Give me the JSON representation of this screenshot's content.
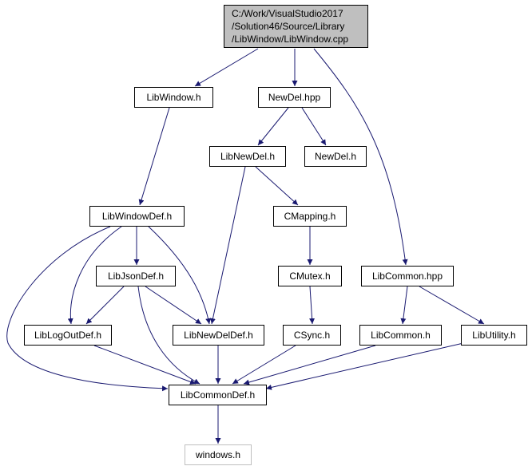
{
  "graph": {
    "root": {
      "line1": "C:/Work/VisualStudio2017",
      "line2": "/Solution46/Source/Library",
      "line3": "/LibWindow/LibWindow.cpp"
    },
    "nodes": {
      "libwindow_h": "LibWindow.h",
      "newdel_hpp": "NewDel.hpp",
      "libnewdel_h": "LibNewDel.h",
      "newdel_h": "NewDel.h",
      "libwindowdef_h": "LibWindowDef.h",
      "cmapping_h": "CMapping.h",
      "libjsondef_h": "LibJsonDef.h",
      "cmutex_h": "CMutex.h",
      "libcommon_hpp": "LibCommon.hpp",
      "liblogoutdef_h": "LibLogOutDef.h",
      "libnewdeldef_h": "LibNewDelDef.h",
      "csync_h": "CSync.h",
      "libcommon_h": "LibCommon.h",
      "libutility_h": "LibUtility.h",
      "libcommondef_h": "LibCommonDef.h",
      "windows_h": "windows.h"
    },
    "colors": {
      "edge": "#191970",
      "root_fill": "#bfbfbf",
      "external_border": "#bfbfbf"
    }
  }
}
